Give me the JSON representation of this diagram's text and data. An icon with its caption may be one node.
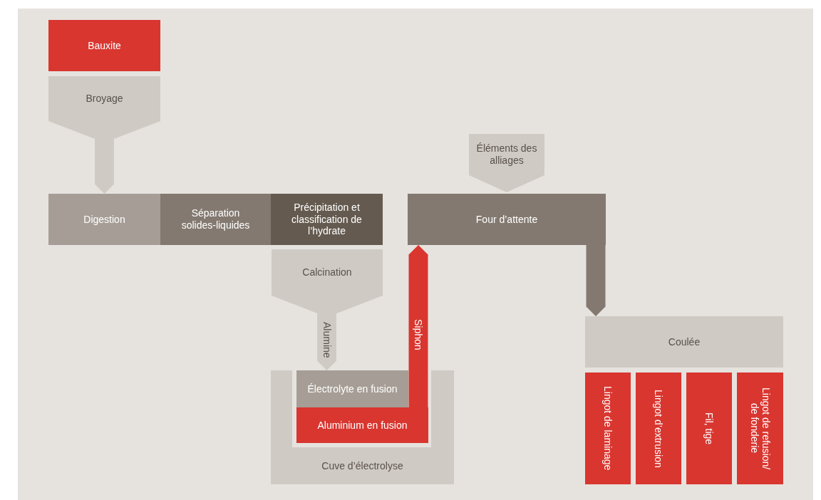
{
  "diagram": {
    "nodes": [
      {
        "text": [
          "Bauxite"
        ]
      },
      {
        "text": [
          "Broyage"
        ]
      },
      {
        "text": [
          "Digestion"
        ]
      },
      {
        "text": [
          "Séparation solides-liquides"
        ]
      },
      {
        "text": [
          "Précipitation et classification de l’hydrate"
        ]
      },
      {
        "text": [
          "Calcination"
        ]
      },
      {
        "text": [
          "Cuve d’électrolyse"
        ]
      },
      {
        "text": [
          "Électrolyte en fusion"
        ],
        "in": 6
      },
      {
        "text": [
          "Aluminium en fusion"
        ],
        "in": 6
      },
      {
        "text": [
          "Éléments des alliages"
        ]
      },
      {
        "text": [
          "Four d’attente"
        ]
      },
      {
        "text": [
          "Coulée"
        ]
      },
      {
        "text": [
          "Lingot de laminage"
        ]
      },
      {
        "text": [
          "Lingot d’extrusion"
        ]
      },
      {
        "text": [
          "Fil, tige"
        ]
      },
      {
        "text": [
          "Lingot de refusion/ de fonderie"
        ]
      }
    ],
    "edges": [
      {
        "from": 1,
        "to": 2,
        "arrow": "to",
        "color": "#cfcac4"
      },
      {
        "from": 5,
        "to": 7,
        "arrow": "to",
        "color": "#cfcac4",
        "label": "Alumine"
      },
      {
        "from": 8,
        "to": 10,
        "arrow": "to",
        "color": "#d93630",
        "label": "Siphon"
      },
      {
        "from": 10,
        "to": 11,
        "arrow": "to",
        "color": "#837970"
      }
    ]
  }
}
